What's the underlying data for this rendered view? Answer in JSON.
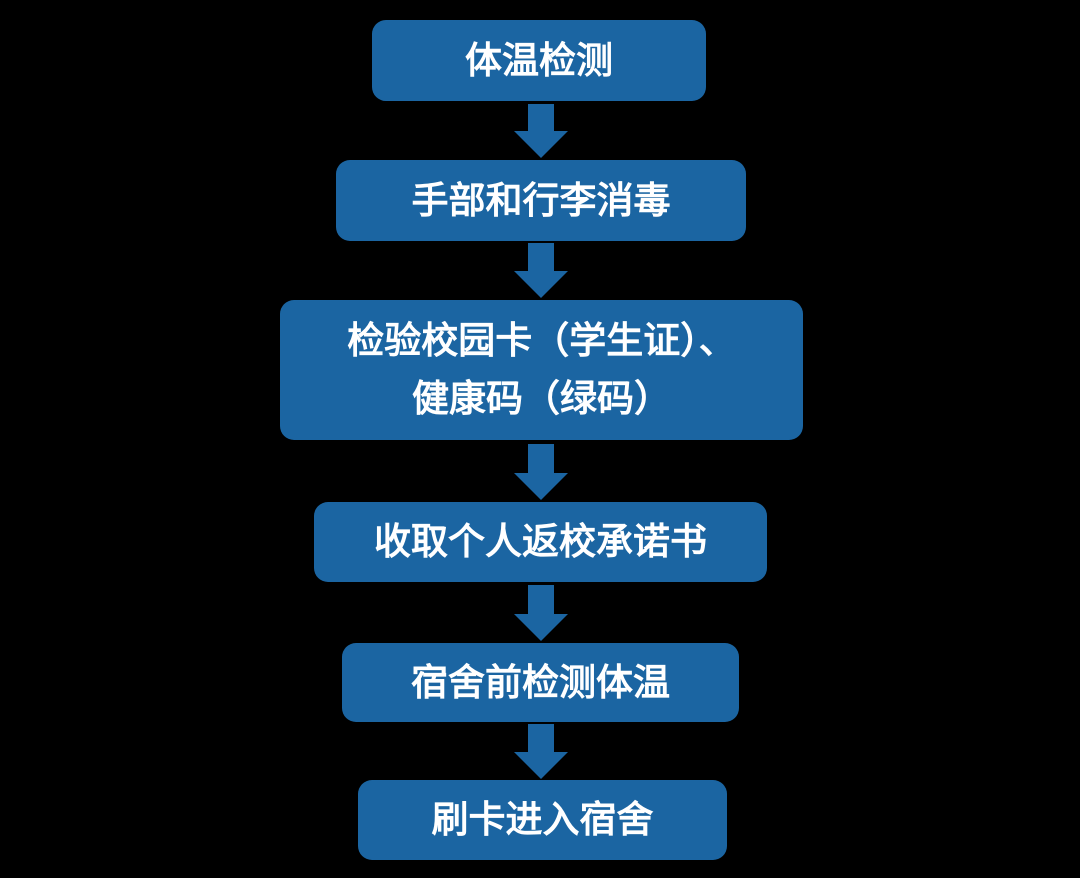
{
  "steps": [
    {
      "label": "体温检测"
    },
    {
      "label": "手部和行李消毒"
    },
    {
      "label_line1": "检验校园卡（学生证）、",
      "label_line2": "健康码（绿码）"
    },
    {
      "label": "收取个人返校承诺书"
    },
    {
      "label": "宿舍前检测体温"
    },
    {
      "label": "刷卡进入宿舍"
    }
  ],
  "colors": {
    "box": "#1b65a2",
    "background": "#000000",
    "text": "#ffffff"
  }
}
